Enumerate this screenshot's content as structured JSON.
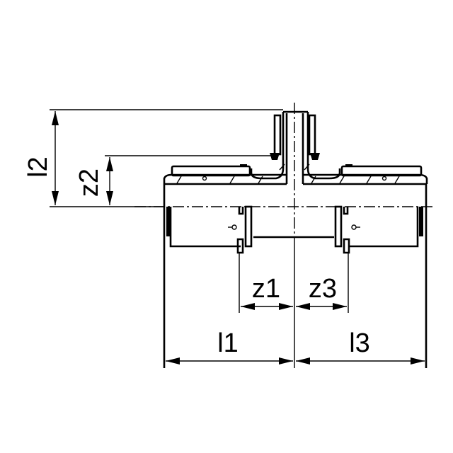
{
  "dimensions": {
    "l1": "l1",
    "l2": "l2",
    "l3": "l3",
    "z1": "z1",
    "z2": "z2",
    "z3": "z3"
  },
  "colors": {
    "line": "#000000",
    "background": "#ffffff"
  }
}
